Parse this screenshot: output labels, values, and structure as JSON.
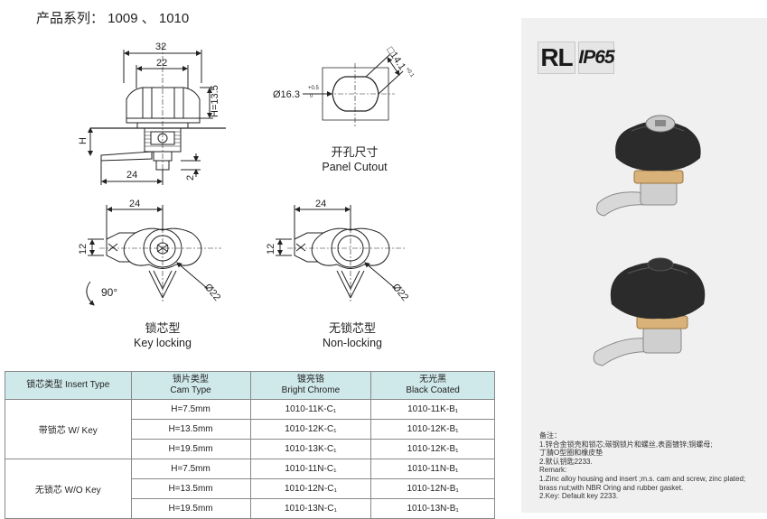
{
  "header": {
    "series": "产品系列： 1009 、 1010"
  },
  "drawing": {
    "dims": {
      "w32": "32",
      "w22": "22",
      "h135": "H=13.5",
      "h": "H",
      "w24a": "24",
      "d2": "2",
      "d163": "Ø16.3",
      "tol05": "+0.5",
      "tol0": "0",
      "sq141": "□14.1",
      "tolsq": "+0.1",
      "w24b": "24",
      "h12a": "12",
      "d22a": "Ø22",
      "w24c": "24",
      "h12b": "12",
      "d22b": "Ø22",
      "rot": "90°"
    },
    "cutout": {
      "cn": "开孔尺寸",
      "en": "Panel Cutout"
    },
    "keyed": {
      "cn": "锁芯型",
      "en": "Key locking"
    },
    "nonkeyed": {
      "cn": "无锁芯型",
      "en": "Non-locking"
    }
  },
  "table": {
    "headers": [
      {
        "cn": "锁芯类型 Insert Type",
        "en": ""
      },
      {
        "cn": "锁片类型",
        "en": "Cam Type"
      },
      {
        "cn": "镀亮铬",
        "en": "Bright Chrome"
      },
      {
        "cn": "无光黑",
        "en": "Black Coated"
      }
    ],
    "groups": [
      {
        "label": "带锁芯 W/ Key",
        "rows": [
          {
            "cam": "H=7.5mm",
            "chrome": "1010-11K-C₁",
            "black": "1010-11K-B₁"
          },
          {
            "cam": "H=13.5mm",
            "chrome": "1010-12K-C₁",
            "black": "1010-12K-B₁"
          },
          {
            "cam": "H=19.5mm",
            "chrome": "1010-13K-C₁",
            "black": "1010-12K-B₁"
          }
        ]
      },
      {
        "label": "无锁芯 W/O Key",
        "rows": [
          {
            "cam": "H=7.5mm",
            "chrome": "1010-11N-C₁",
            "black": "1010-11N-B₁"
          },
          {
            "cam": "H=13.5mm",
            "chrome": "1010-12N-C₁",
            "black": "1010-12N-B₁"
          },
          {
            "cam": "H=19.5mm",
            "chrome": "1010-13N-C₁",
            "black": "1010-13N-B₁"
          }
        ]
      }
    ]
  },
  "panel": {
    "badge_rl": "RL",
    "badge_ip": "IP65",
    "notes": [
      "备注：",
      "1.锌合金锁壳和锁芯;碳钢锁片和螺丝,表面镀锌;铜螺母;",
      "丁腈O型圈和橡皮垫",
      "2.默认钥匙2233.",
      "Remark:",
      "1.Zinc alloy housing and insert ;m.s. cam and screw, zinc plated;",
      "brass nut;with NBR Oring and rubber gasket.",
      "2.Key: Default key 2233."
    ]
  },
  "colors": {
    "table_header": "#cfe8ea",
    "panel": "#f0f0f0",
    "knob": "#2b2b2b",
    "brass": "#d9b27a"
  }
}
